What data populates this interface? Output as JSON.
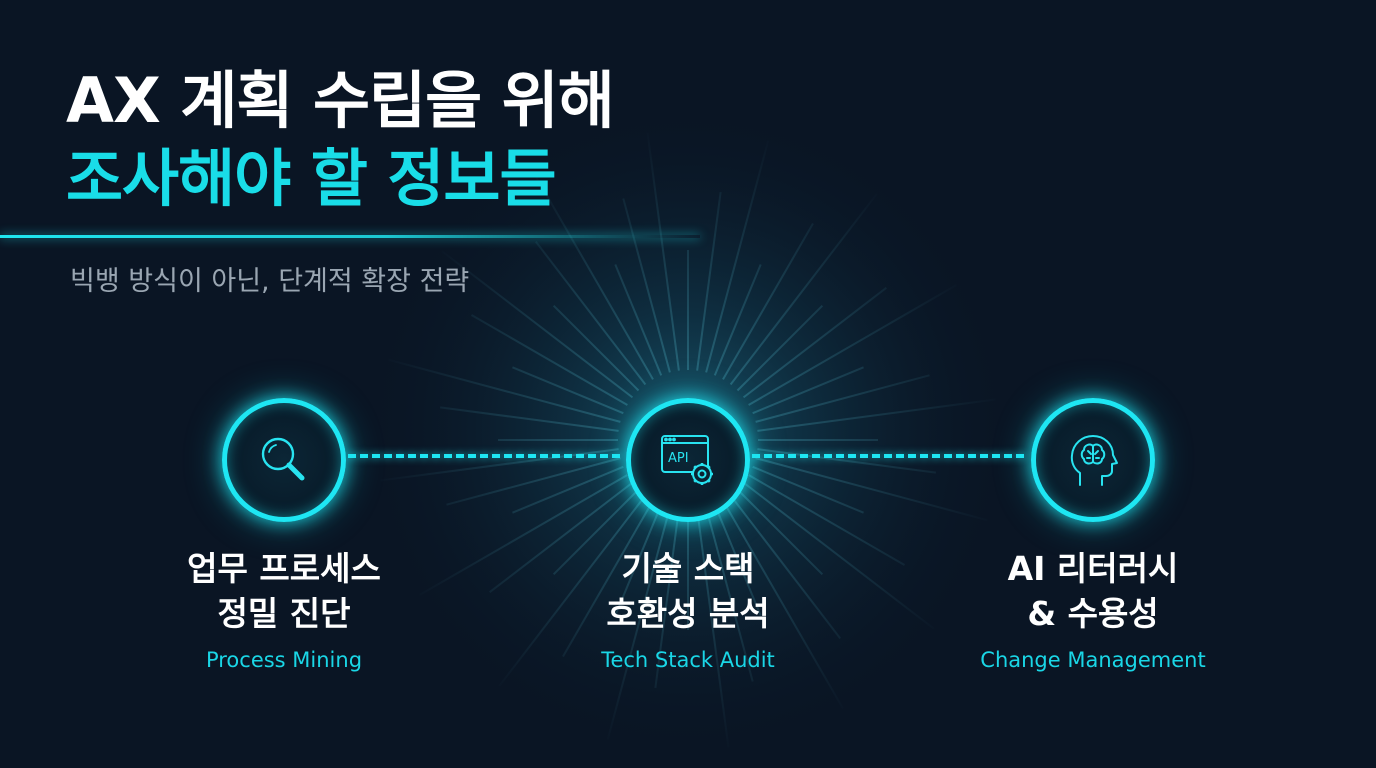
{
  "header": {
    "title_line1": "AX 계획 수립을 위해",
    "title_line2": "조사해야 할 정보들",
    "subtitle": "빅뱅 방식이 아닌, 단계적 확장 전략"
  },
  "steps": [
    {
      "title": "업무 프로세스\n정밀 진단",
      "subtitle": "Process Mining",
      "icon": "magnifying-glass-icon"
    },
    {
      "title": "기술 스택\n호환성 분석",
      "subtitle": "Tech Stack Audit",
      "icon": "api-window-gear-icon",
      "icon_text": "API"
    },
    {
      "title": "AI 리터러시\n& 수용성",
      "subtitle": "Change Management",
      "icon": "brain-head-icon"
    }
  ],
  "colors": {
    "background": "#0a1524",
    "accent": "#1ee6f3",
    "title_primary": "#ffffff",
    "title_accent": "#19dde8",
    "subtitle_gray": "#9aa6b2",
    "step_subtitle": "#1ad6e6"
  }
}
